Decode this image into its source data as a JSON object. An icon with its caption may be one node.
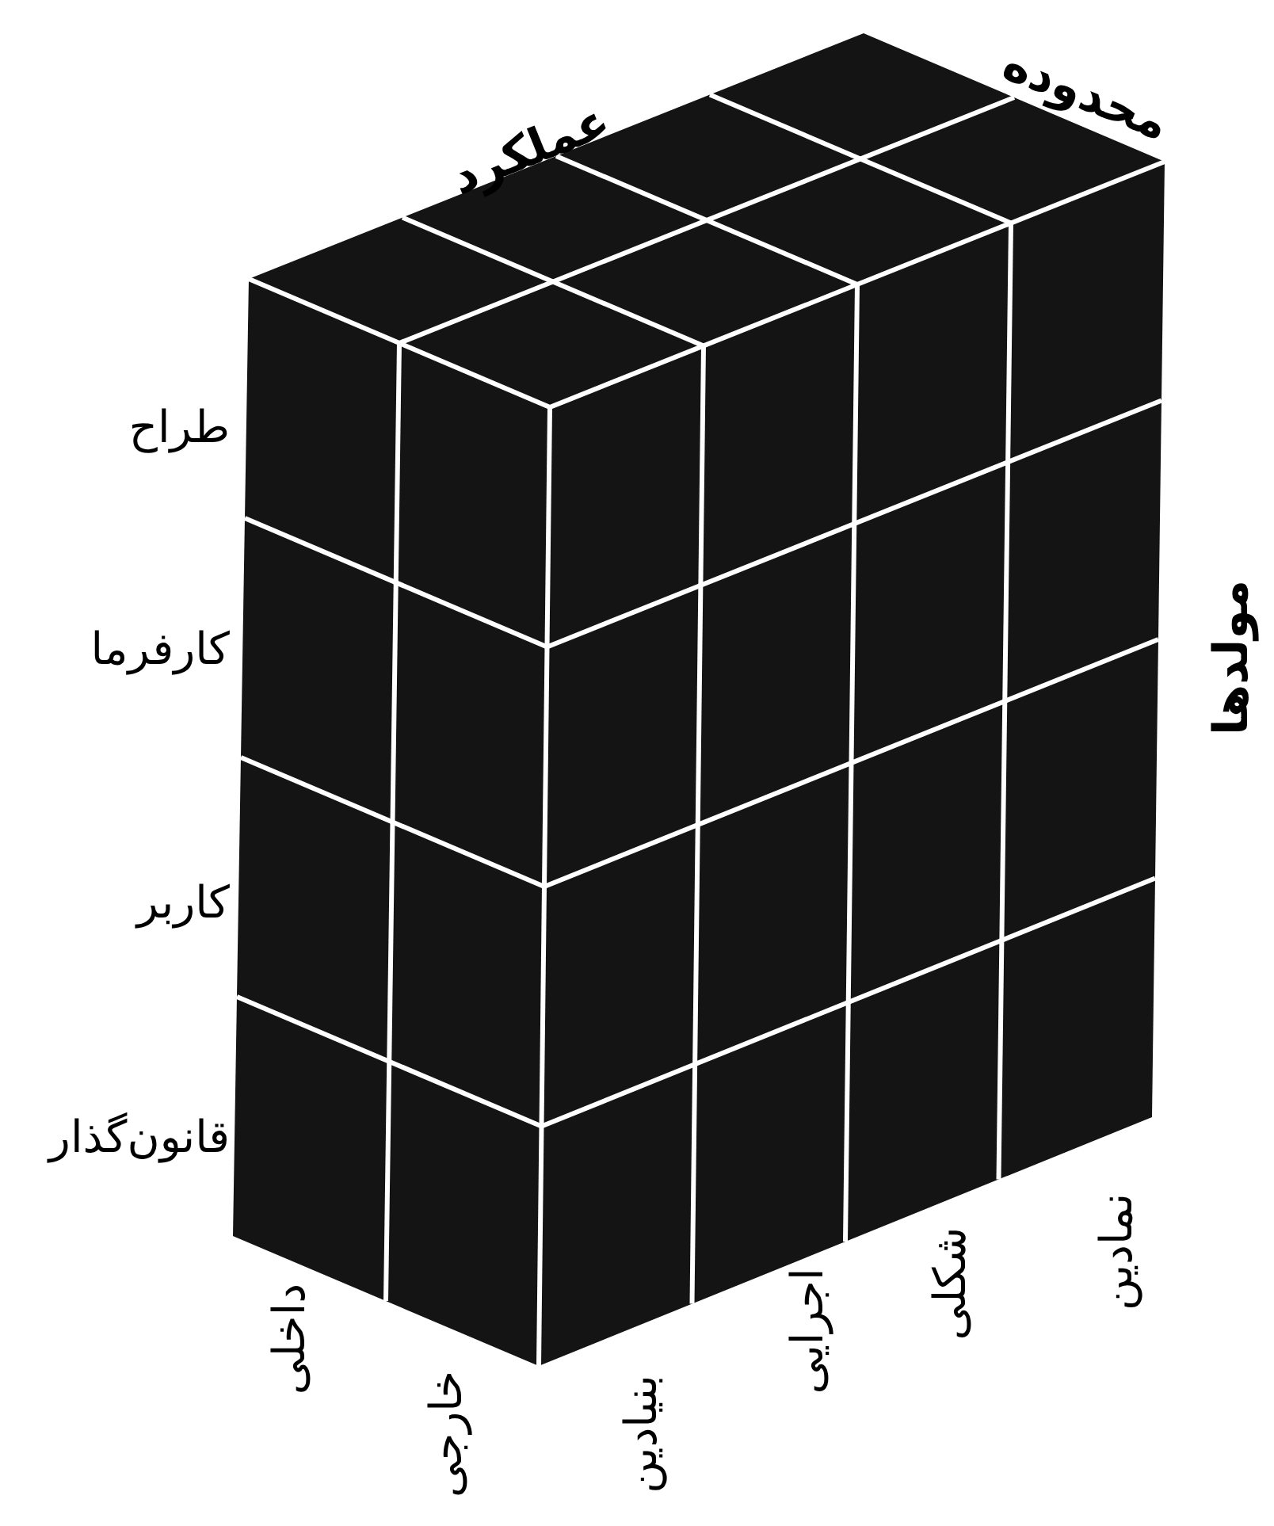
{
  "diagram": {
    "labels": [
      "عملکرد",
      "محدوده",
      "طراح",
      "کارفرما",
      "کاربر",
      "قانون‌گذار",
      "مولدها",
      "داخلی",
      "خارجی",
      "بنیادین",
      "اجرایی",
      "شکلی",
      "نمادین"
    ]
  }
}
